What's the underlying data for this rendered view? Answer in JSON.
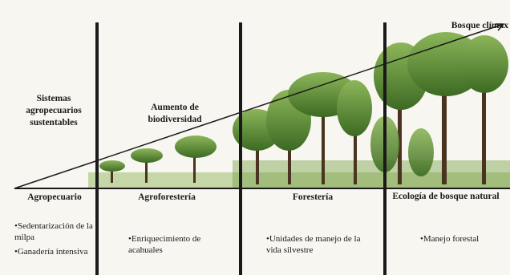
{
  "title": {
    "sistemas": "Sistemas agropecuarios sustentables",
    "aumento": "Aumento de biodiversidad",
    "climax": "Bosque clímax"
  },
  "zones": [
    {
      "name": "Agropecuario",
      "items": [
        "•Sedentarización de la milpa",
        "•Ganadería intensiva"
      ]
    },
    {
      "name": "Agroforestería",
      "items": [
        "•Enriquecimiento de acahuales"
      ]
    },
    {
      "name": "Forestería",
      "items": [
        "•Unidades de manejo de la vida silvestre"
      ]
    },
    {
      "name": "Ecología de bosque natural",
      "items": [
        "•Manejo forestal"
      ]
    }
  ],
  "colors": {
    "ink": "#1a1a1a",
    "foliage": "#6f9a3a",
    "foliage_dark": "#2f5418",
    "trunk": "#4a3320"
  }
}
